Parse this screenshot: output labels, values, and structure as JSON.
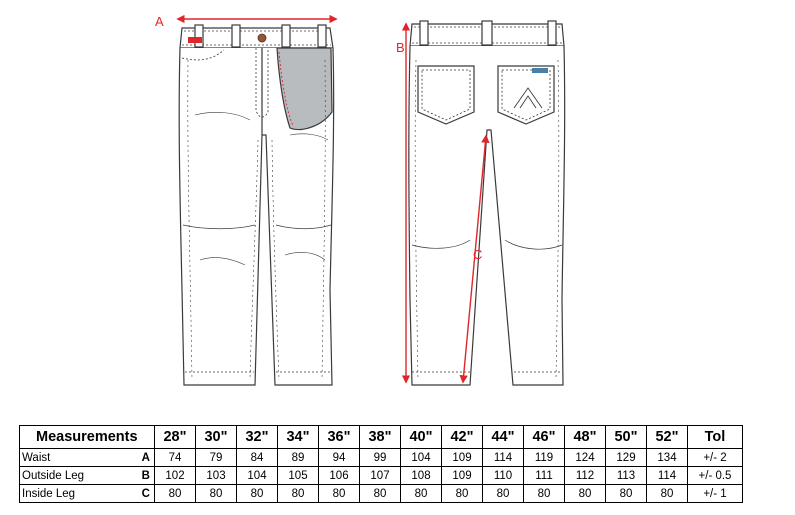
{
  "diagram": {
    "labels": {
      "a": "A",
      "b": "B",
      "c": "C"
    },
    "colors": {
      "outline": "#3a3a3a",
      "measure": "#e0262b",
      "pocket": "#b9bcbf",
      "button": "#a0522d"
    }
  },
  "table": {
    "title": "Measurements",
    "sizes": [
      "28\"",
      "30\"",
      "32\"",
      "34\"",
      "36\"",
      "38\"",
      "40\"",
      "42\"",
      "44\"",
      "46\"",
      "48\"",
      "50\"",
      "52\""
    ],
    "tol_header": "Tol",
    "rows": [
      {
        "name": "Waist",
        "code": "A",
        "values": [
          "74",
          "79",
          "84",
          "89",
          "94",
          "99",
          "104",
          "109",
          "114",
          "119",
          "124",
          "129",
          "134"
        ],
        "tol": "+/- 2"
      },
      {
        "name": "Outside Leg",
        "code": "B",
        "values": [
          "102",
          "103",
          "104",
          "105",
          "106",
          "107",
          "108",
          "109",
          "110",
          "111",
          "112",
          "113",
          "114"
        ],
        "tol": "+/- 0.5"
      },
      {
        "name": "Inside Leg",
        "code": "C",
        "values": [
          "80",
          "80",
          "80",
          "80",
          "80",
          "80",
          "80",
          "80",
          "80",
          "80",
          "80",
          "80",
          "80"
        ],
        "tol": "+/- 1"
      }
    ]
  }
}
